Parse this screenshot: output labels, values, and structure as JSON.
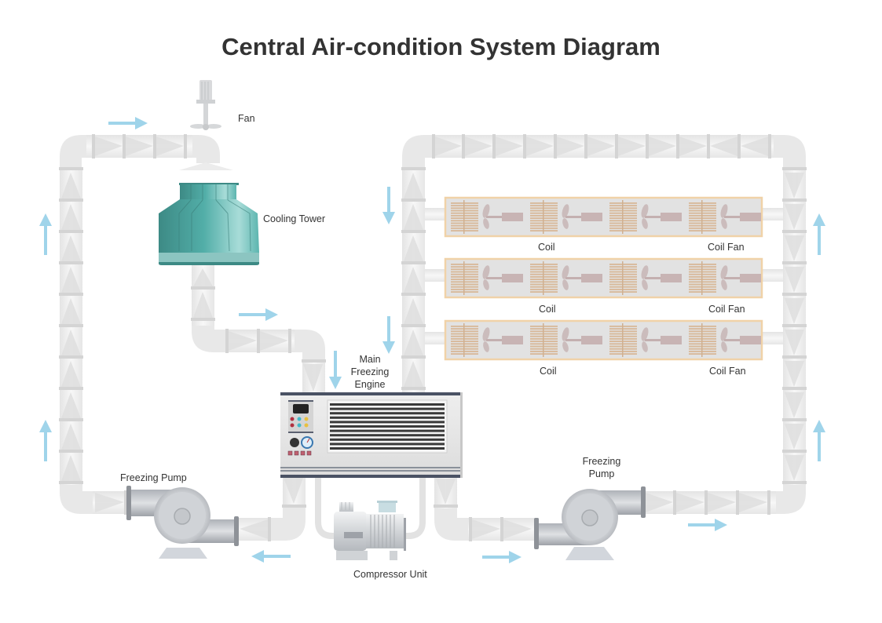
{
  "title": "Central Air-condition System Diagram",
  "labels": {
    "fan": "Fan",
    "cooling_tower": "Cooling Tower",
    "main_freezing_engine_line1": "Main",
    "main_freezing_engine_line2": "Freezing",
    "main_freezing_engine_line3": "Engine",
    "freezing_pump_left": "Freezing Pump",
    "freezing_pump_right_line1": "Freezing",
    "freezing_pump_right_line2": "Pump",
    "compressor_unit": "Compressor Unit"
  },
  "coil_units": [
    {
      "coil_label": "Coil",
      "fan_label": "Coil Fan"
    },
    {
      "coil_label": "Coil",
      "fan_label": "Coil Fan"
    },
    {
      "coil_label": "Coil",
      "fan_label": "Coil Fan"
    }
  ],
  "colors": {
    "pipe": "#ebebeb",
    "pipe_joint": "#d2d2d2",
    "flow_arrow": "#9fd4ea",
    "tower": "#4aa6a0",
    "coil_frame": "#f0d2a8",
    "title_text": "#333333"
  }
}
